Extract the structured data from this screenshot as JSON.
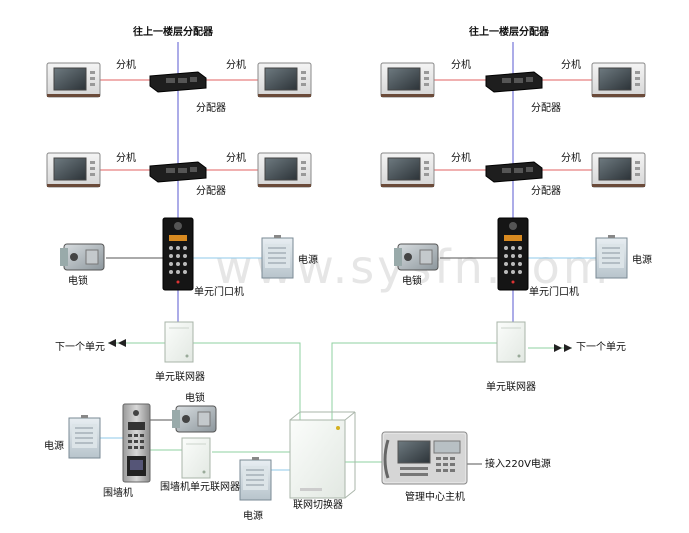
{
  "watermark": "www.sysfn.com",
  "labels": {
    "upper_splitter_title": "往上一楼层分配器",
    "extension": "分机",
    "splitter": "分配器",
    "electric_lock": "电锁",
    "power": "电源",
    "unit_door_station": "单元门口机",
    "next_unit": "下一个单元",
    "unit_networker": "单元联网器",
    "wall_station": "围墙机",
    "wall_unit_networker": "围墙机单元联网器",
    "network_switch": "联网切换器",
    "management_host": "管理中心主机",
    "ac_input": "接入220V电源"
  },
  "colors": {
    "data_line": "#5a5ad0",
    "extension_line": "#e06060",
    "network_line": "#8fd0a0",
    "power_line": "#8fc8e8",
    "lock_line": "#555555"
  }
}
